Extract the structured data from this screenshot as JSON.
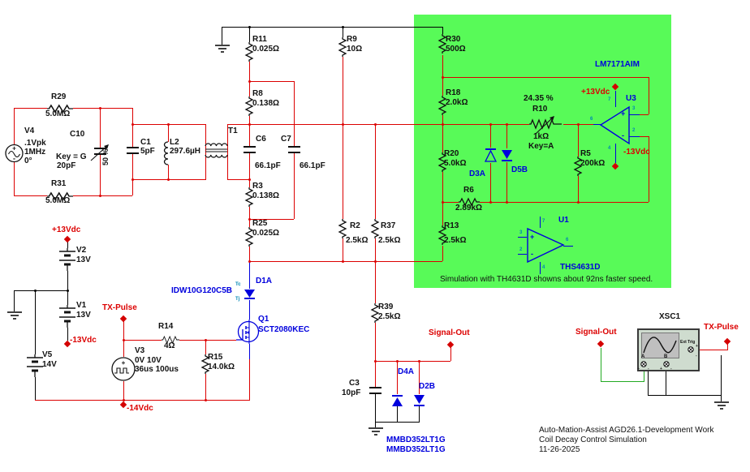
{
  "c": {
    "v4": {
      "ref": "V4",
      "a": ".1Vpk",
      "b": "1MHz",
      "deg": "0°"
    },
    "r29": {
      "ref": "R29",
      "val": "5.0MΩ"
    },
    "r31": {
      "ref": "R31",
      "val": "5.0MΩ"
    },
    "c10": {
      "ref": "C10",
      "key": "Key = G",
      "val": "20pF",
      "pct": "50 %"
    },
    "c1": {
      "ref": "C1",
      "val": "5pF"
    },
    "l2": {
      "ref": "L2",
      "val": "297.6µH"
    },
    "t1": {
      "ref": "T1"
    },
    "r11": {
      "ref": "R11",
      "val": "0.025Ω"
    },
    "r8": {
      "ref": "R8",
      "val": "0.138Ω"
    },
    "c6": {
      "ref": "C6",
      "val": "66.1pF"
    },
    "c7": {
      "ref": "C7",
      "val": "66.1pF"
    },
    "r3": {
      "ref": "R3",
      "val": "0.138Ω"
    },
    "r25": {
      "ref": "R25",
      "val": "0.025Ω"
    },
    "r9": {
      "ref": "R9",
      "val": "10Ω"
    },
    "r2": {
      "ref": "R2",
      "val": "2.5kΩ"
    },
    "r37": {
      "ref": "R37",
      "val": "2.5kΩ"
    },
    "r30": {
      "ref": "R30",
      "val": "500Ω"
    },
    "r18": {
      "ref": "R18",
      "val": "2.0kΩ"
    },
    "r20": {
      "ref": "R20",
      "val": "5.0kΩ"
    },
    "r10": {
      "ref": "R10",
      "val": "1kΩ",
      "key": "Key=A",
      "pct": "24.35 %"
    },
    "r5": {
      "ref": "R5",
      "val": "200kΩ"
    },
    "r6": {
      "ref": "R6",
      "val": "2.89kΩ"
    },
    "r13": {
      "ref": "R13",
      "val": "2.5kΩ"
    },
    "d3a": {
      "ref": "D3A"
    },
    "d5b": {
      "ref": "D5B"
    },
    "u3": {
      "ref": "U3",
      "part": "LM7171AIM"
    },
    "u1": {
      "ref": "U1",
      "part": "THS4631D"
    },
    "v2": {
      "ref": "V2",
      "val": "13V"
    },
    "v1": {
      "ref": "V1",
      "val": "13V"
    },
    "v5": {
      "ref": "V5",
      "val": "14V"
    },
    "v3": {
      "ref": "V3",
      "a": "0V 10V",
      "b": "36us 100us"
    },
    "r14": {
      "ref": "R14",
      "val": "4Ω"
    },
    "r15": {
      "ref": "R15",
      "val": "14.0kΩ"
    },
    "d1a": {
      "ref": "D1A",
      "part": "IDW10G120C5B",
      "tc": "Tc",
      "tj": "Tj"
    },
    "q1": {
      "ref": "Q1",
      "part": "SCT2080KEC"
    },
    "r39": {
      "ref": "R39",
      "val": "2.5kΩ"
    },
    "c3": {
      "ref": "C3",
      "val": "10pF"
    },
    "d4a": {
      "ref": "D4A"
    },
    "d2b": {
      "ref": "D2B"
    },
    "mmbd": {
      "a": "MMBD352LT1G",
      "b": "MMBD352LT1G"
    }
  },
  "nets": {
    "p13": "+13Vdc",
    "m13": "-13Vdc",
    "m14": "-14Vdc",
    "tx": "TX-Pulse",
    "sig": "Signal-Out"
  },
  "pins": {
    "p2": "2",
    "p3": "3",
    "p4": "4",
    "p6": "6",
    "p7": "7"
  },
  "sym": {
    "plus": "+",
    "minus": "-"
  },
  "scope": {
    "ref": "XSC1",
    "a": "A",
    "b": "B",
    "ext": "Ext Trig"
  },
  "notes": {
    "sim": "Simulation with TH4631D showns about 92ns faster speed.",
    "l1": "Auto-Mation-Assist AGD26.1-Development Work",
    "l2": "Coil Decay Control Simulation",
    "l3": "11-26-2025"
  },
  "colors": {
    "wire_red": "#dc0000",
    "wire_black": "#000000",
    "wire_green": "#22aa22",
    "device_blue": "#0000dd",
    "highlight_green": "#58fa58",
    "pin_text": "#0087b4",
    "net_label": "#dc0000"
  }
}
